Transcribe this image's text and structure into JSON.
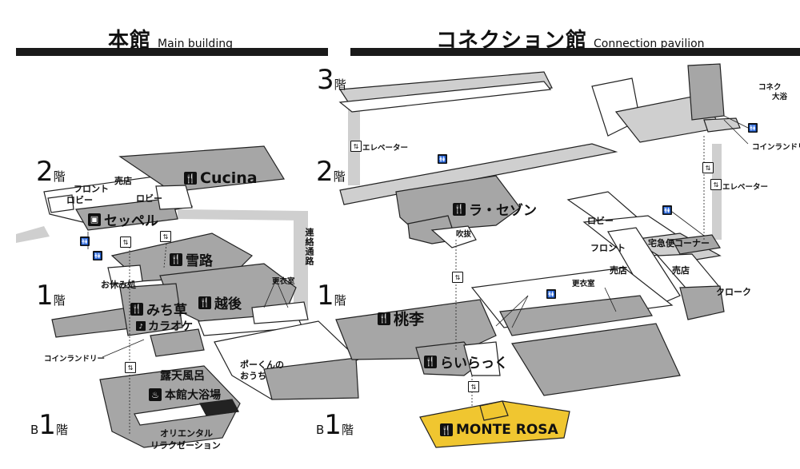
{
  "headers": {
    "main_building": {
      "jp": "本館",
      "en": "Main building"
    },
    "connection": {
      "jp": "コネクション館",
      "en": "Connection pavilion"
    }
  },
  "floors": {
    "main": {
      "f2": "2",
      "f1": "1",
      "fb1": "1",
      "b_prefix": "B",
      "suffix": "階"
    },
    "connection": {
      "f3": "3",
      "f2": "2",
      "f1": "1",
      "fb1": "1",
      "b_prefix": "B",
      "suffix": "階"
    }
  },
  "main_labels": {
    "front": "フロント",
    "shop": "売店",
    "lobby_left": "ロビー",
    "lobby_right": "ロビー",
    "seven_eleven": "セッペル",
    "cucina": "Cucina",
    "yukiji": "雪路",
    "rest_area": "お休み処",
    "echigo": "越後",
    "michikusa": "みち草",
    "karaoke": "カラオケ",
    "coin_laundry": "コインランドリー",
    "changing_room": "更衣室",
    "connecting_passage": "連絡通路",
    "poh_house_1": "ポーくんの",
    "poh_house_2": "おうち",
    "open_bath": "露天風呂",
    "main_bath": "本館大浴場",
    "oriental_1": "オリエンタル",
    "oriental_2": "リラクゼーション"
  },
  "connection_labels": {
    "elevator_left": "エレベーター",
    "elevator_right": "エレベーター",
    "la_saison": "ラ・セゾン",
    "atrium": "吹抜",
    "lobby": "ロビー",
    "front": "フロント",
    "takkyubin": "宅急便コーナー",
    "shop_1": "売店",
    "shop_2": "売店",
    "cloak": "クローク",
    "changing_room": "更衣室",
    "toori": "桃李",
    "lairakku": "らいらっく",
    "monte_rosa": "MONTE ROSA",
    "coin_laundry": "コインランドリー",
    "conn_bath_1": "コネク",
    "conn_bath_2": "大浴"
  },
  "icons": {
    "restaurant": "🍴",
    "toilet": "🚻",
    "convenience": "▣",
    "karaoke": "♪",
    "elevator": "⇅",
    "bath": "♨"
  },
  "colors": {
    "room_gray": "#a6a6a6",
    "wall": "#222222",
    "corridor_gray": "#cfcfcf",
    "highlight": "#f0c630",
    "title_bar": "#1a1a1a"
  }
}
